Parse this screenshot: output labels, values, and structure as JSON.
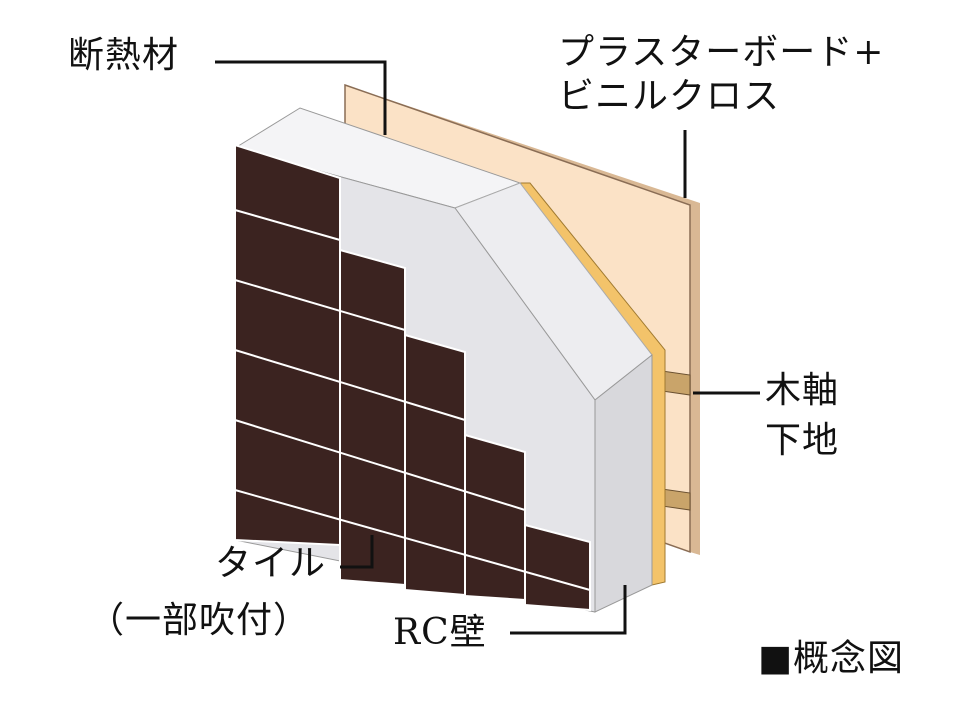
{
  "labels": {
    "insulation": "断熱材",
    "plasterboard_line1": "プラスターボード+",
    "plasterboard_line2": "ビニルクロス",
    "wood_frame_line1": "木軸",
    "wood_frame_line2": "下地",
    "tile_line1": "タイル",
    "tile_line2": "（一部吹付）",
    "rc_wall": "RC壁",
    "concept_note": "■概念図"
  },
  "colors": {
    "tile": "#3b2320",
    "grout": "#ffffff",
    "plasterboard": "#fbe2c6",
    "gypsum_edge": "#f3c36a",
    "rc_wall": "#e6e6e8",
    "wood": "#c9a46a"
  }
}
